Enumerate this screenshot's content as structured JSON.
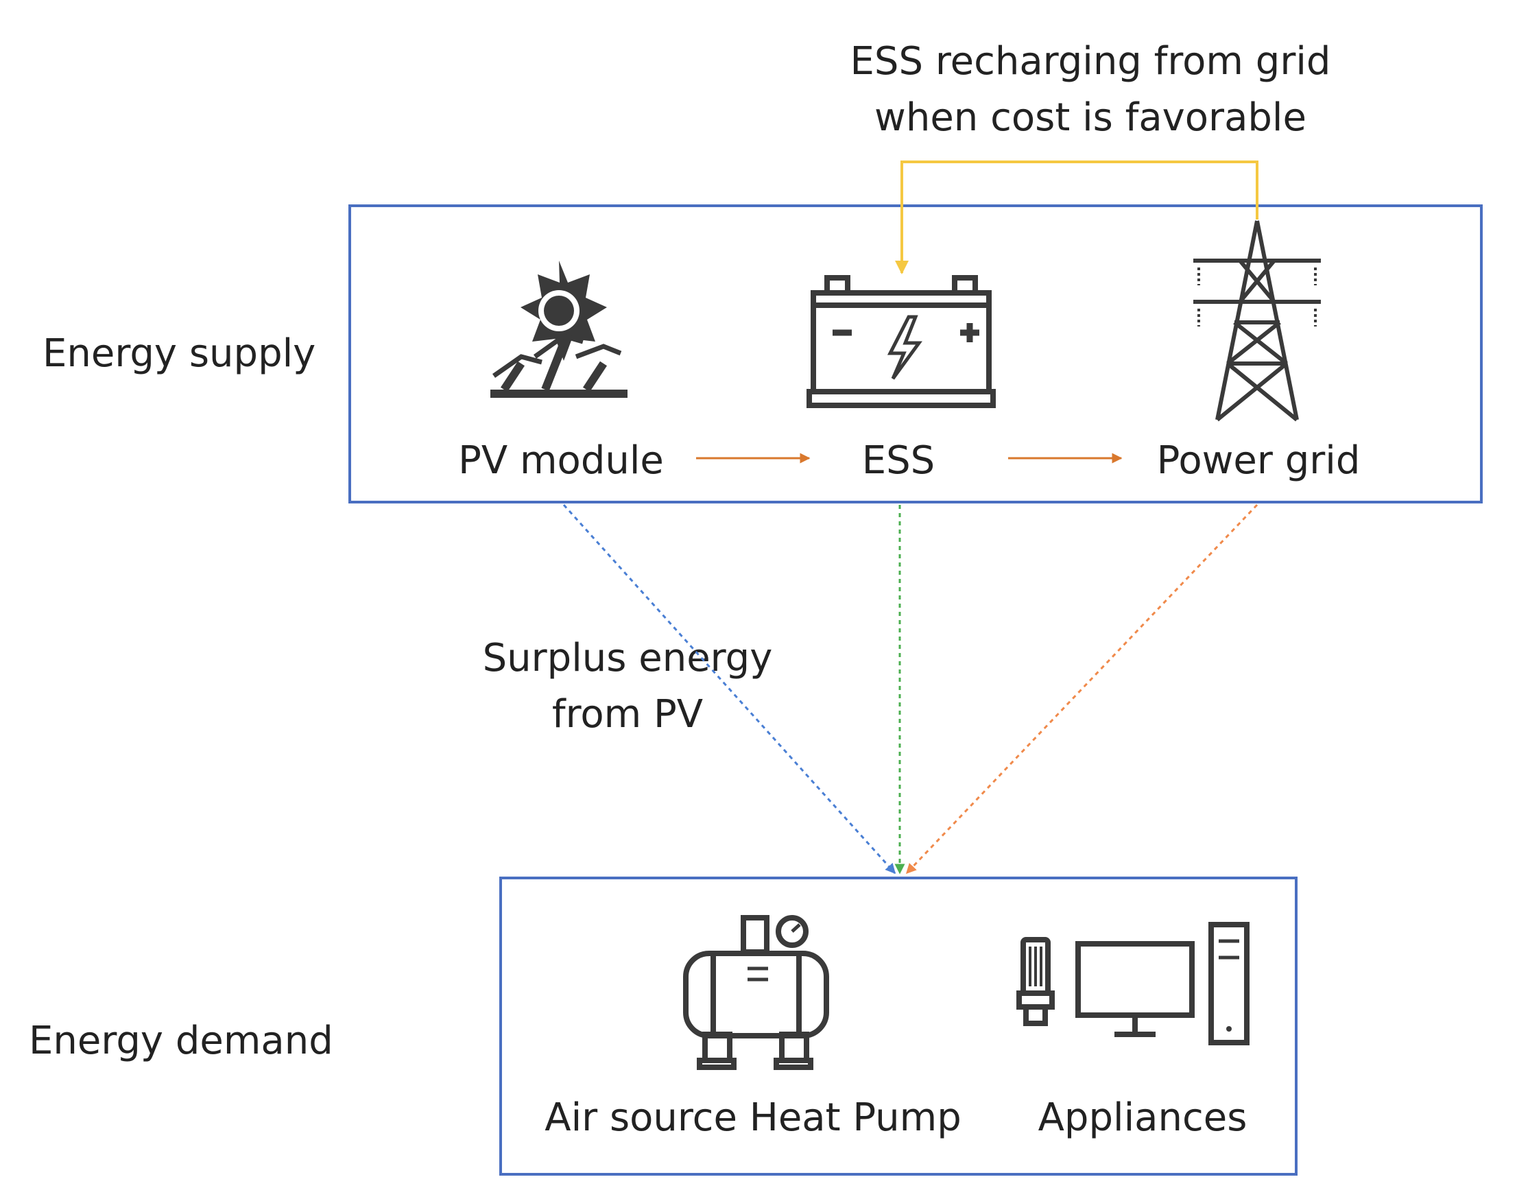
{
  "diagram": {
    "side_labels": {
      "supply": "Energy supply",
      "demand": "Energy demand"
    },
    "nodes": {
      "pv": {
        "label": "PV module",
        "icon": "solar-panel-icon"
      },
      "ess": {
        "label": "ESS",
        "icon": "battery-icon"
      },
      "grid": {
        "label": "Power grid",
        "icon": "transmission-tower-icon"
      },
      "heat_pump": {
        "label": "Air source Heat Pump",
        "icon": "heat-pump-icon"
      },
      "appliances": {
        "label": "Appliances",
        "icon": "appliances-icon"
      }
    },
    "notes": {
      "recharge": [
        "ESS recharging from grid",
        "when cost is favorable"
      ],
      "surplus": [
        "Surplus energy",
        "from PV"
      ]
    },
    "edges": [
      {
        "from": "pv",
        "to": "ess",
        "style": "solid",
        "color": "#d9782d"
      },
      {
        "from": "ess",
        "to": "grid",
        "style": "solid",
        "color": "#d9782d"
      },
      {
        "from": "grid",
        "to": "ess",
        "style": "solid",
        "color": "#f5c842"
      },
      {
        "from": "pv",
        "to": "demand",
        "style": "dotted",
        "color": "#4a7fd4"
      },
      {
        "from": "ess",
        "to": "demand",
        "style": "dotted",
        "color": "#4caf50"
      },
      {
        "from": "grid",
        "to": "demand",
        "style": "dotted",
        "color": "#f08a4b"
      }
    ],
    "colors": {
      "box_border": "#4a6fc1",
      "icon": "#3a3a3a"
    }
  }
}
